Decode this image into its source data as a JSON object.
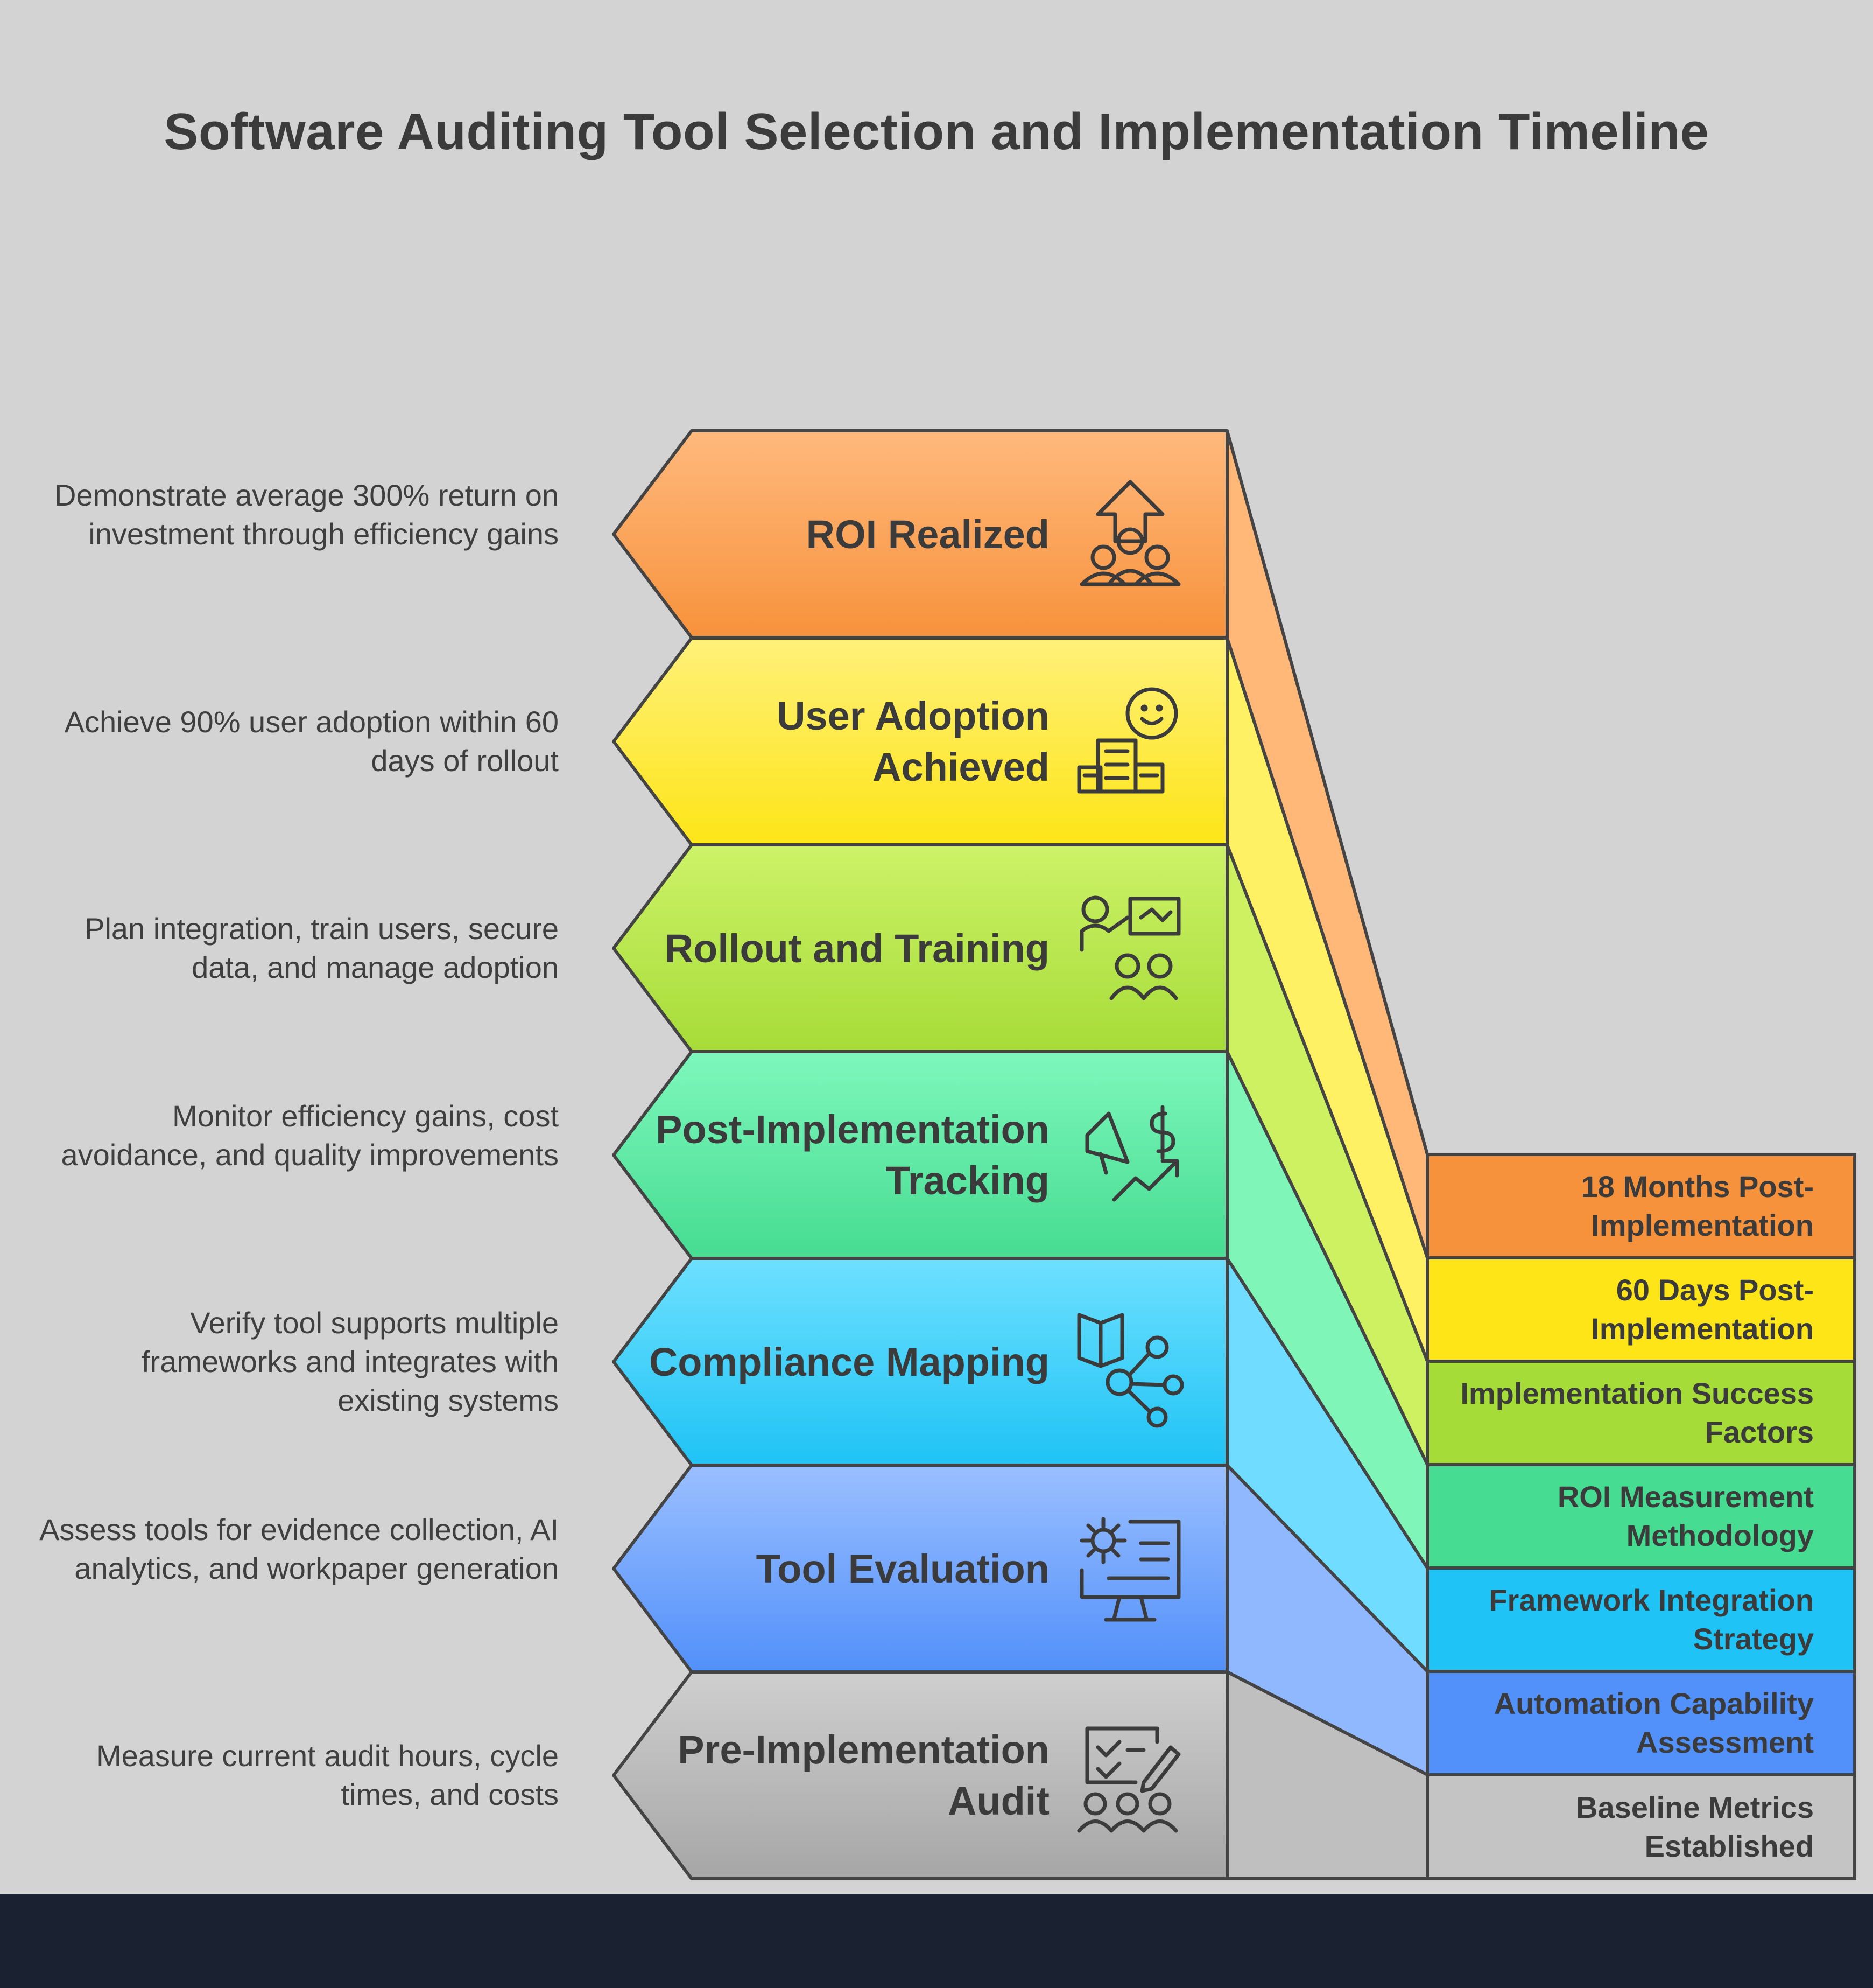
{
  "title": "Software Auditing Tool Selection and Implementation Timeline",
  "steps": [
    {
      "label": "ROI Realized",
      "icon": "team-growth-arrow-icon",
      "description": "Demonstrate average 300% return on investment through efficiency gains",
      "milestone": "18 Months Post-Implementation",
      "colors": {
        "top": "#ffb97d",
        "bottom": "#f7923c",
        "side": "#ffb878"
      }
    },
    {
      "label": "User Adoption Achieved",
      "icon": "smiley-user-buildings-icon",
      "description": "Achieve 90% user adoption within 60 days of rollout",
      "milestone": "60 Days Post-Implementation",
      "colors": {
        "top": "#fff07a",
        "bottom": "#fde517",
        "side": "#fff064"
      }
    },
    {
      "label": "Rollout and Training",
      "icon": "presenter-audience-icon",
      "description": "Plan integration, train users, secure data, and manage adoption",
      "milestone": "Implementation Success Factors",
      "colors": {
        "top": "#cdf268",
        "bottom": "#a6dc38",
        "side": "#cdf160"
      }
    },
    {
      "label": "Post-Implementation Tracking",
      "icon": "megaphone-dollar-trend-icon",
      "description": "Monitor efficiency gains, cost avoidance, and quality improvements",
      "milestone": "ROI Measurement Methodology",
      "colors": {
        "top": "#7ef7bc",
        "bottom": "#46dc91",
        "side": "#80f5b8"
      }
    },
    {
      "label": "Compliance Mapping",
      "icon": "book-network-icon",
      "description": "Verify tool supports multiple frameworks and integrates with existing systems",
      "milestone": "Framework Integration Strategy",
      "colors": {
        "top": "#6ee0ff",
        "bottom": "#1fc3f5",
        "side": "#70dcff"
      }
    },
    {
      "label": "Tool Evaluation",
      "icon": "gear-monitor-icon",
      "description": "Assess tools for evidence collection, AI analytics, and workpaper generation",
      "milestone": "Automation Capability Assessment",
      "colors": {
        "top": "#9abfff",
        "bottom": "#5290fa",
        "side": "#8fb8ff"
      }
    },
    {
      "label": "Pre-Implementation Audit",
      "icon": "checklist-group-icon",
      "description": "Measure current audit hours, cycle times, and costs",
      "milestone": "Baseline Metrics Established",
      "colors": {
        "top": "#cfcfcf",
        "bottom": "#a6a6a6",
        "side": "#bcbcbc"
      }
    }
  ]
}
